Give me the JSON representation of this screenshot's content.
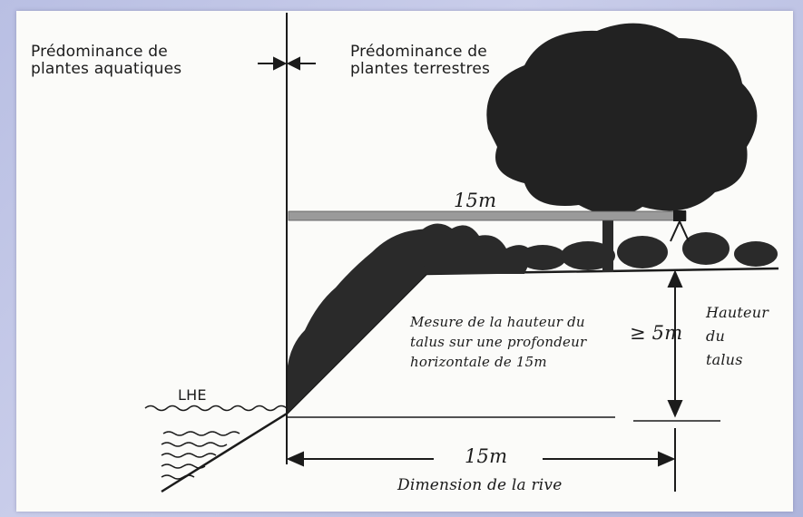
{
  "diagram": {
    "label_aquatic": [
      "Prédominance de",
      "plantes aquatiques"
    ],
    "label_terrestrial": [
      "Prédominance de",
      "plantes terrestres"
    ],
    "label_15m_top": "15m",
    "label_lhe": "LHE",
    "label_measure": [
      "Mesure de la hauteur du",
      "talus sur une profondeur",
      "horizontale de 15m"
    ],
    "label_ge5m": "≥ 5m",
    "label_bank_height": [
      "Hauteur",
      "du",
      "talus"
    ],
    "label_15m_bottom": "15m",
    "label_shore": "Dimension de la rive",
    "colors": {
      "ink": "#1b1b1b",
      "bar": "#9a9a9a",
      "vegetation": "#2a2a2a",
      "background": "#fbfbf9"
    }
  }
}
